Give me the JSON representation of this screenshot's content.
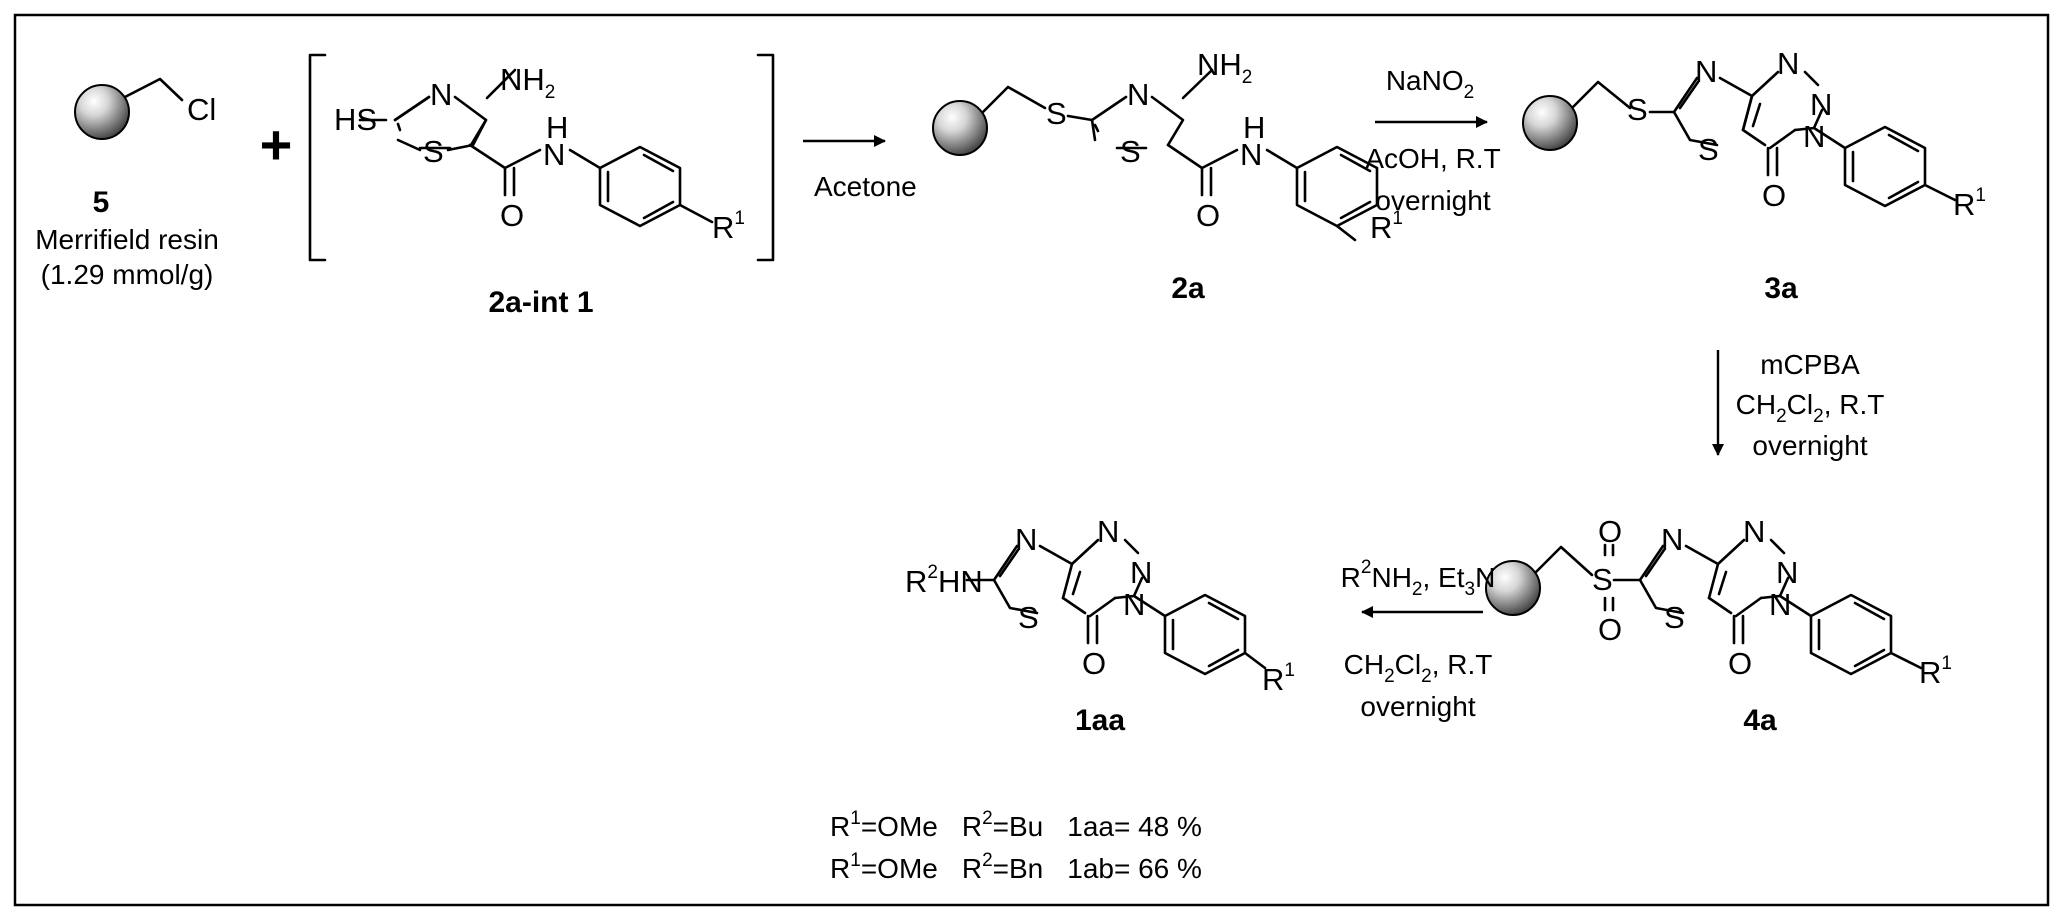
{
  "resin": {
    "number": "5",
    "name": "Merrifield resin",
    "loading": "(1.29 mmol/g)"
  },
  "plus_sign": "+",
  "atoms": {
    "cl": "Cl",
    "hs": "HS",
    "n": "N",
    "s": "S",
    "o": "O",
    "h": "H",
    "nh": "NH",
    "two": "2",
    "r": "R",
    "one": "1",
    "hn": "HN"
  },
  "compounds": {
    "int": "2a-int 1",
    "c2a": "2a",
    "c3a": "3a",
    "c4a": "4a",
    "c1aa": "1aa"
  },
  "conditions": {
    "step1": "Acetone",
    "step2_reagent": "NaNO",
    "step2_sub": "2",
    "step2_line2": "AcOH, R.T",
    "step2_line3": "overnight",
    "step3_reagent": "mCPBA",
    "step3_line2_a": "CH",
    "step3_line2_sub1": "2",
    "step3_line2_b": "Cl",
    "step3_line2_sub2": "2",
    "step3_line2_c": ", R.T",
    "step3_line3": "overnight",
    "step4_r": "R",
    "step4_r_sup": "2",
    "step4_nh": "NH",
    "step4_nh_sub": "2",
    "step4_et": ", Et",
    "step4_et_sub": "3",
    "step4_n": "N",
    "step4_line2_a": "CH",
    "step4_line2_sub1": "2",
    "step4_line2_b": "Cl",
    "step4_line2_sub2": "2",
    "step4_line2_c": ", R.T",
    "step4_line3": "overnight"
  },
  "yields": [
    {
      "r1": "R",
      "r1_sup": "1",
      "r1_val": "=OMe",
      "r2": "R",
      "r2_sup": "2",
      "r2_val": "=Bu",
      "result": "1aa= 48 %"
    },
    {
      "r1": "R",
      "r1_sup": "1",
      "r1_val": "=OMe",
      "r2": "R",
      "r2_sup": "2",
      "r2_val": "=Bn",
      "result": "1ab= 66 %"
    }
  ]
}
